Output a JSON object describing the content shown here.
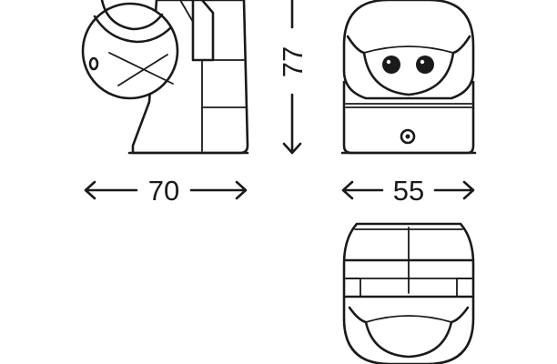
{
  "dimensions": {
    "depth": "70",
    "height": "77",
    "width": "55"
  },
  "colors": {
    "stroke": "#1a1a1a",
    "background": "#ffffff"
  }
}
